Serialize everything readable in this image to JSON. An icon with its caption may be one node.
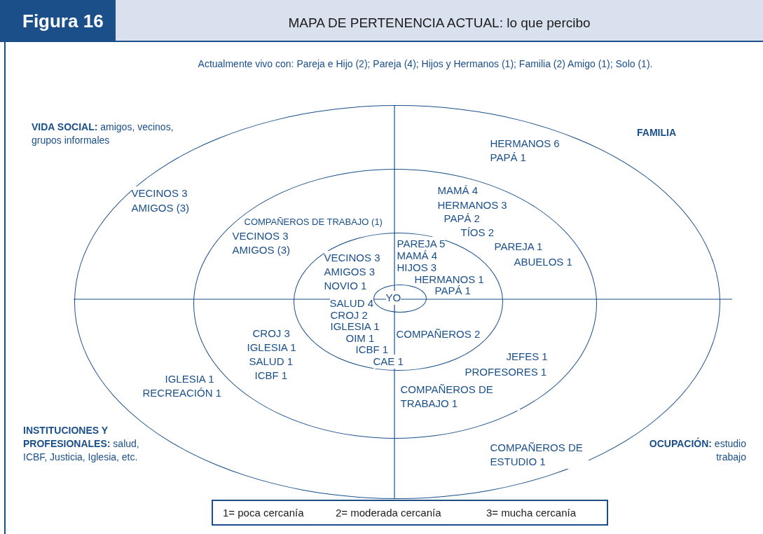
{
  "diagram": {
    "title": "MAPA DE PERTENENCIA ACTUAL: lo que percibo",
    "nodes": [
      {
        "text": [
          "VECINOS 3",
          "AMIGOS (3)",
          "HERMANOS 6",
          "PAPÁ 1",
          "IGLESIA 1",
          "RECREACIÓN 1",
          "COMPAÑEROS DE ESTUDIO 1"
        ]
      },
      {
        "text": [
          "COMPAÑEROS DE TRABAJO (1)",
          "VECINOS 3",
          "AMIGOS (3)",
          "MAMÁ 4",
          "HERMANOS 3",
          "PAPÁ 2",
          "TÍOS 2",
          "PAREJA 1",
          "ABUELOS 1",
          "CROJ 3",
          "IGLESIA 1",
          "SALUD 1",
          "ICBF 1",
          "JEFES 1",
          "PROFESORES 1",
          "COMPAÑEROS DE TRABAJO 1"
        ],
        "in": 0
      },
      {
        "text": [
          "VECINOS 3",
          "AMIGOS 3",
          "NOVIO 1",
          "PAREJA 5",
          "MAMÁ 4",
          "HIJOS 3",
          "HERMANOS 1",
          "PAPÁ 1",
          "SALUD 4",
          "CROJ 2",
          "IGLESIA 1",
          "OIM 1",
          "ICBF 1",
          "CAE 1",
          "COMPAÑEROS 2"
        ],
        "in": 1
      },
      {
        "text": [
          "YO"
        ],
        "in": 2
      }
    ],
    "labels": [
      "Figura 16",
      "Actualmente vivo con: Pareja e Hijo (2); Pareja (4); Hijos y Hermanos (1); Familia (2) Amigo (1); Solo (1).",
      "**VIDA SOCIAL:** amigos, vecinos, grupos informales",
      "FAMILIA",
      "INSTITUCIONES Y PROFESIONALES: salud, ICBF, Justicia, Iglesia, etc.",
      "**OCUPACIÓN:** estudio trabajo",
      "1= poca cercanía",
      "2= moderada cercanía",
      "3= mucha cercanía"
    ]
  }
}
